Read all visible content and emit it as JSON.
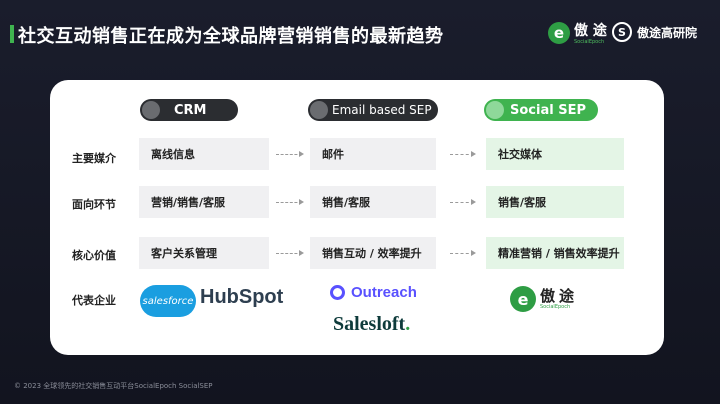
{
  "title": "社交互动销售正在成为全球品牌营销销售的最新趋势",
  "header_brands": {
    "brand1_mark": "e",
    "brand1_name": "傲 途",
    "brand1_sub": "SocialEpoch",
    "brand2_mark": "S",
    "brand2_name": "傲途高研院"
  },
  "columns": {
    "crm": "CRM",
    "email": "Email based SEP",
    "social": "Social SEP"
  },
  "rows": [
    {
      "label": "主要媒介",
      "crm": "离线信息",
      "email": "邮件",
      "social": "社交媒体"
    },
    {
      "label": "面向环节",
      "crm": "营销/销售/客服",
      "email": "销售/客服",
      "social": "销售/客服"
    },
    {
      "label": "核心价值",
      "crm": "客户关系管理",
      "email": "销售互动 / 效率提升",
      "social": "精准营销 / 销售效率提升"
    }
  ],
  "rep_label": "代表企业",
  "logos": {
    "salesforce": "salesforce",
    "hubspot": "HubSpot",
    "outreach": "Outreach",
    "salesloft": "Salesloft",
    "aotu_mark": "e",
    "aotu_name": "傲途",
    "aotu_sub": "SocialEpoch"
  },
  "footer": "© 2023 全球领先的社交销售互动平台SocialEpoch SocialSEP",
  "colors": {
    "accent": "#3fb34f",
    "dark_pill": "#2b2d31",
    "card_bg": "#ffffff",
    "page_bg": "#14161f"
  }
}
